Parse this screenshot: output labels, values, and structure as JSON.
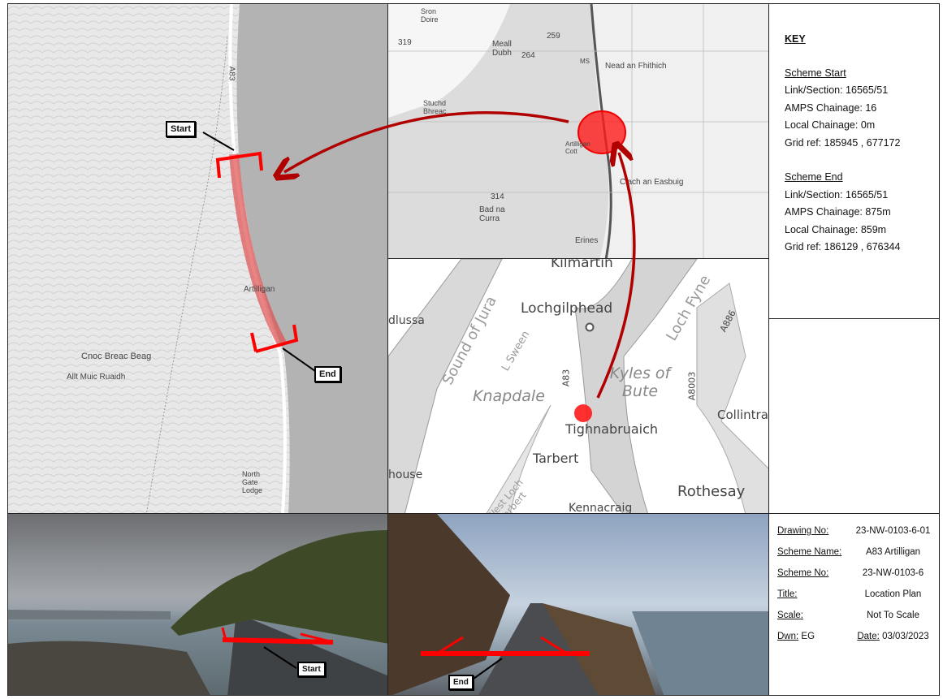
{
  "key": {
    "title": "KEY",
    "start": {
      "heading": "Scheme Start",
      "link": "Link/Section: 16565/51",
      "amps": "AMPS Chainage: 16",
      "local": "Local Chainage: 0m",
      "grid": "Grid ref: 185945 , 677172"
    },
    "end": {
      "heading": "Scheme End",
      "link": "Link/Section: 16565/51",
      "amps": "AMPS Chainage: 875m",
      "local": "Local Chainage:  859m",
      "grid": "Grid ref: 186129 , 676344"
    }
  },
  "title_block": {
    "drawing_no_label": "Drawing No:",
    "drawing_no": "23-NW-0103-6-01",
    "scheme_name_label": "Scheme Name:",
    "scheme_name": "A83 Artilligan",
    "scheme_no_label": "Scheme No:",
    "scheme_no": "23-NW-0103-6",
    "title_label": "Title:",
    "title": "Location Plan",
    "scale_label": "Scale:",
    "scale": "Not To Scale",
    "dwn_label": "Dwn:",
    "dwn": "EG",
    "date_label": "Date:",
    "date": "03/03/2023"
  },
  "callouts": {
    "start": "Start",
    "end": "End"
  },
  "detail_map": {
    "labels": [
      "A83",
      "Artilligan",
      "Cnoc Breac Beag",
      "Allt Muic Ruaidh",
      "North Gate Lodge"
    ]
  },
  "os_map": {
    "labels": [
      "Sron Doire",
      "319",
      "Meall Dubh",
      "264",
      "259",
      "Nead an Fhithich",
      "Stuchd Bhreac",
      "Artilligan Cott",
      "Clach an Easbuig",
      "314",
      "Bad na Curra",
      "Erines",
      "MS"
    ]
  },
  "region_map": {
    "labels": [
      "Kilmartin",
      "Lochgilphead",
      "dlussa",
      "Sound of Jura",
      "L Sween",
      "Knapdale",
      "A83",
      "Kyles of Bute",
      "Loch Fyne",
      "A886",
      "A8003",
      "Tighnabruaich",
      "Collintra",
      "Tarbert",
      "West Loch Tarbert",
      "Kennacraig",
      "Rothesay",
      "house"
    ]
  },
  "colors": {
    "marker": "#ff1a1a",
    "arrow": "#b00000",
    "sea": "#b3b3b3",
    "land": "#e9e9e9"
  }
}
